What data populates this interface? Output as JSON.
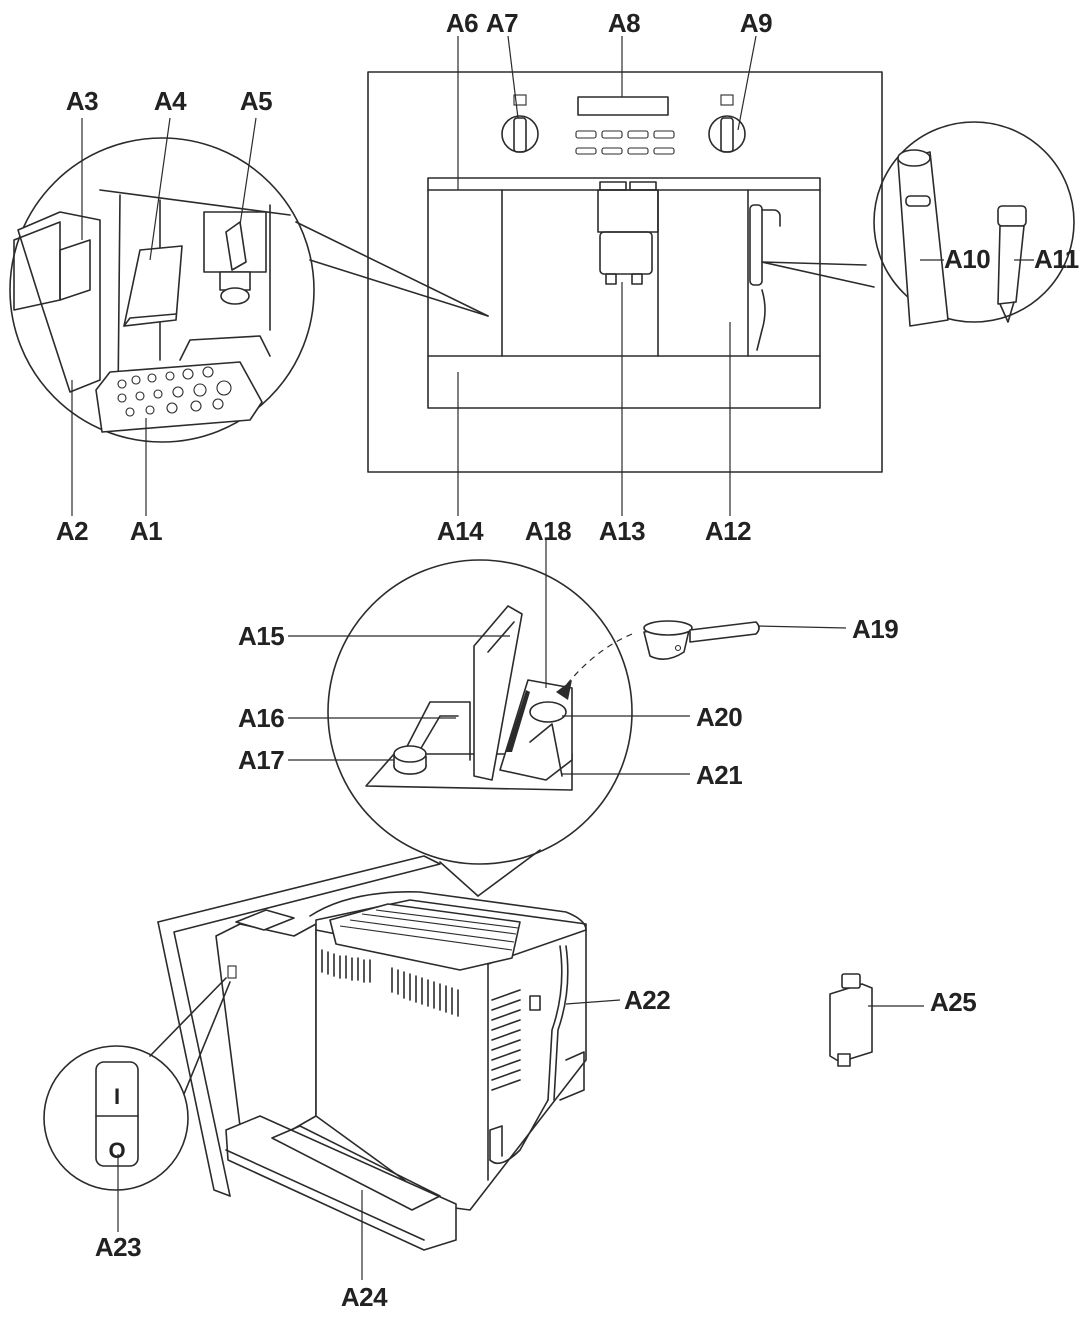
{
  "labels": {
    "A1": "A1",
    "A2": "A2",
    "A3": "A3",
    "A4": "A4",
    "A5": "A5",
    "A6": "A6",
    "A7": "A7",
    "A8": "A8",
    "A9": "A9",
    "A10": "A10",
    "A11": "A11",
    "A12": "A12",
    "A13": "A13",
    "A14": "A14",
    "A15": "A15",
    "A16": "A16",
    "A17": "A17",
    "A18": "A18",
    "A19": "A19",
    "A20": "A20",
    "A21": "A21",
    "A22": "A22",
    "A23": "A23",
    "A24": "A24",
    "A25": "A25"
  },
  "switch": {
    "on": "I",
    "off": "O"
  }
}
